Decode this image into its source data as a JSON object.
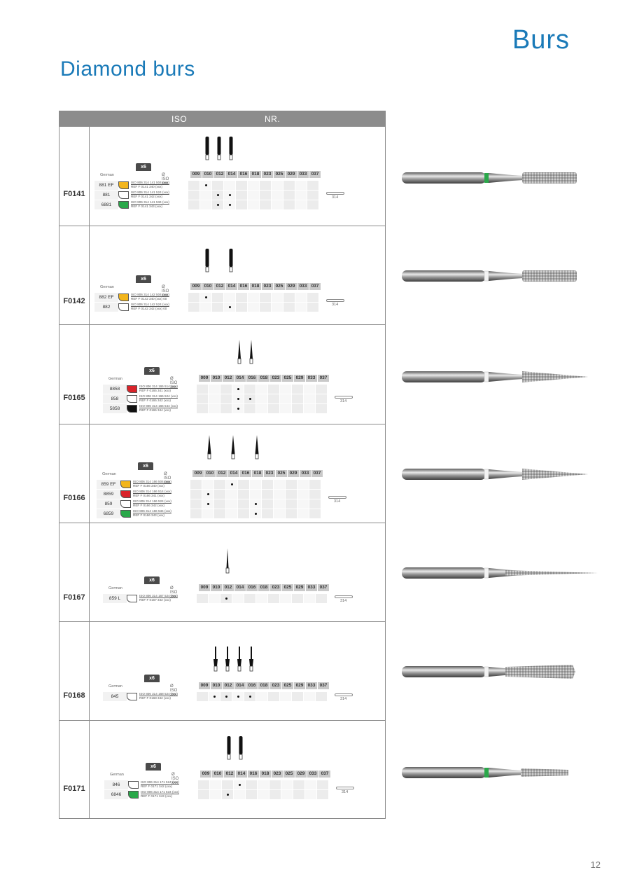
{
  "header": {
    "category": "Burs",
    "title": "Diamond burs"
  },
  "table_header": {
    "iso": "ISO",
    "nr": "NR."
  },
  "labels": {
    "german": "German",
    "pack": "x6",
    "iso_diam": "Ø ISO xxx",
    "shank": "314"
  },
  "sizes": [
    "009",
    "010",
    "012",
    "014",
    "016",
    "018",
    "023",
    "025",
    "029",
    "033",
    "037"
  ],
  "page_number": "12",
  "colors": {
    "yellow": "#f2b51c",
    "red": "#d9232a",
    "green": "#2aa84a",
    "black": "#111111",
    "white": "#ffffff",
    "accent": "#1a7ab8"
  },
  "groups": [
    {
      "code": "F0141",
      "products": [
        {
          "sku": "881 EF",
          "color": "yellow",
          "iso": "ISO 806 314 141 504 (xxx)",
          "ref": "REF F 0141 340 (xxx)",
          "sizes": [
            "010"
          ]
        },
        {
          "sku": "881",
          "color": "white",
          "iso": "ISO 806 314 141 524 (xxx)",
          "ref": "REF F 0141 342 (xxx)",
          "sizes": [
            "012",
            "014"
          ]
        },
        {
          "sku": "6881",
          "color": "green",
          "iso": "ISO 806 314 141 534 (xxx)",
          "ref": "REF F 0141 343 (xxx)",
          "sizes": [
            "012",
            "014"
          ]
        }
      ]
    },
    {
      "code": "F0142",
      "products": [
        {
          "sku": "882 EF",
          "color": "yellow",
          "iso": "ISO 806 314 142 504 (xxx)",
          "ref": "REF F 0142 340 (xxx) 00",
          "sizes": [
            "010"
          ]
        },
        {
          "sku": "882",
          "color": "white",
          "iso": "ISO 806 314 142 524 (xxx)",
          "ref": "REF F 0142 342 (xxx) 00",
          "sizes": [
            "014"
          ]
        }
      ]
    },
    {
      "code": "F0165",
      "products": [
        {
          "sku": "8858",
          "color": "red",
          "iso": "ISO 806 314 165 514 (xxx)",
          "ref": "REF F 0165 341 (xxx)",
          "sizes": [
            "014"
          ]
        },
        {
          "sku": "858",
          "color": "white",
          "iso": "ISO 806 314 165 524 (xxx)",
          "ref": "REF F 0165 342 (xxx)",
          "sizes": [
            "014",
            "016"
          ]
        },
        {
          "sku": "5858",
          "color": "black",
          "iso": "ISO 806 314 165 544 (xxx)",
          "ref": "REF F 0165 344 (xxx)",
          "sizes": [
            "014"
          ]
        }
      ]
    },
    {
      "code": "F0166",
      "products": [
        {
          "sku": "859 EF",
          "color": "yellow",
          "iso": "ISO 806 314 166 504 (xxx)",
          "ref": "REF F 0166 340 (xxx)",
          "sizes": [
            "014"
          ]
        },
        {
          "sku": "8859",
          "color": "red",
          "iso": "ISO 806 314 166 514 (xxx)",
          "ref": "REF F 0166 341 (xxx)",
          "sizes": [
            "010"
          ]
        },
        {
          "sku": "859",
          "color": "white",
          "iso": "ISO 806 314 166 524 (xxx)",
          "ref": "REF F 0166 342 (xxx)",
          "sizes": [
            "010",
            "018"
          ]
        },
        {
          "sku": "6859",
          "color": "green",
          "iso": "ISO 806 314 166 534 (xxx)",
          "ref": "REF F 0166 343 (xxx)",
          "sizes": [
            "018"
          ]
        }
      ]
    },
    {
      "code": "F0167",
      "products": [
        {
          "sku": "859 L",
          "color": "white",
          "iso": "ISO 806 314 167 524 (xxx)",
          "ref": "REF F 0167 342 (xxx)",
          "sizes": [
            "012"
          ]
        }
      ]
    },
    {
      "code": "F0168",
      "products": [
        {
          "sku": "845",
          "color": "white",
          "iso": "ISO 806 314 168 524 (xxx)",
          "ref": "REF F 0168 342 (xxx)",
          "sizes": [
            "010",
            "012",
            "014",
            "016"
          ]
        }
      ]
    },
    {
      "code": "F0171",
      "products": [
        {
          "sku": "846",
          "color": "white",
          "iso": "ISO 806 314 171 524 (xxx)",
          "ref": "REF F 0171 342 (xxx)",
          "sizes": [
            "014"
          ]
        },
        {
          "sku": "6846",
          "color": "green",
          "iso": "ISO 806 314 171 534 (xxx)",
          "ref": "REF F 0171 343 (xxx)",
          "sizes": [
            "012"
          ]
        }
      ]
    }
  ]
}
